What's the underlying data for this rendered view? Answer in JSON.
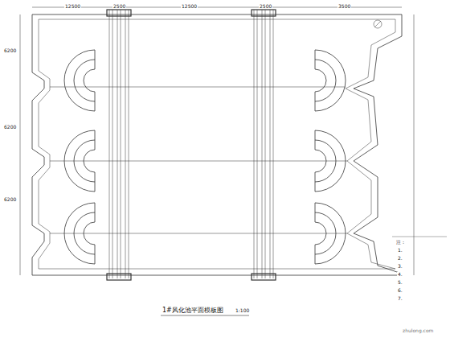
{
  "diagram": {
    "title": "1#风化池平面模板图",
    "labels": [
      "1:100",
      "注：",
      "1.",
      "2.",
      "3.",
      "4.",
      "5.",
      "6.",
      "7.",
      "12500",
      "2500",
      "12500",
      "2500",
      "3500",
      "6200",
      "6200",
      "6200",
      "zhulong.com"
    ]
  }
}
